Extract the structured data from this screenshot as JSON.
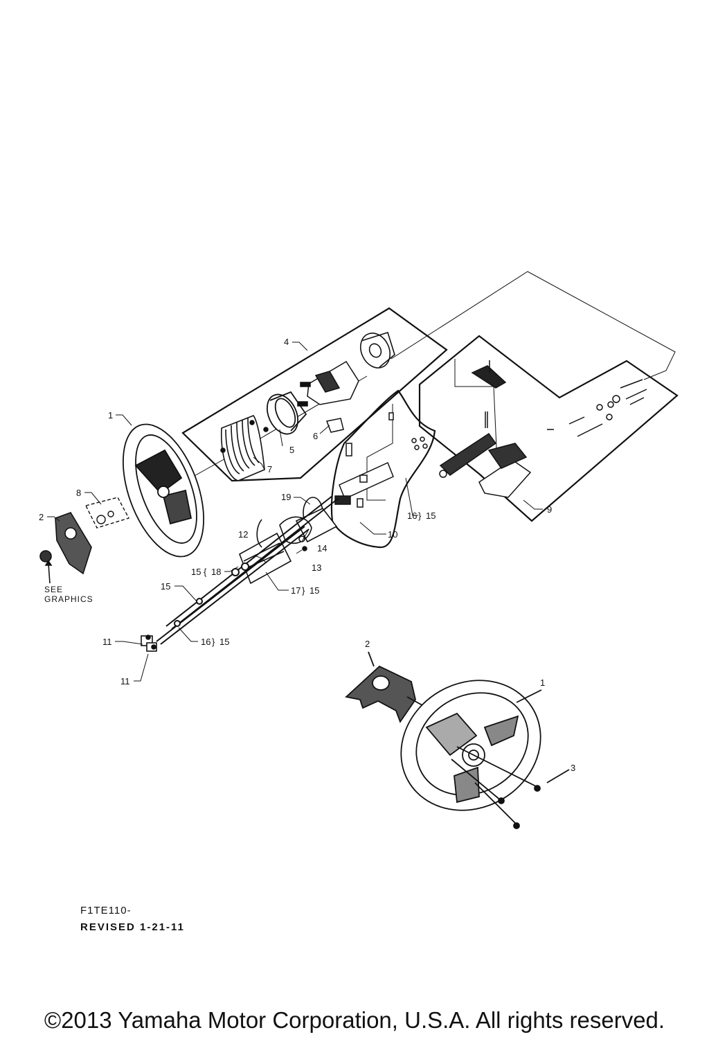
{
  "callouts": {
    "c1": "1",
    "c2": "2",
    "c4": "4",
    "c5": "5",
    "c6": "6",
    "c7": "7",
    "c8": "8",
    "c9": "9",
    "c10": "10",
    "c11a": "11",
    "c11b": "11",
    "c12": "12",
    "c13": "13",
    "c14": "14",
    "c15a": "15",
    "c15b": "15",
    "c15c": "15",
    "c15d": "15",
    "c16a": "16",
    "c16b": "16",
    "c17": "17",
    "c18": "18",
    "c19": "19",
    "c15e": "15",
    "inset_c1": "1",
    "inset_c2": "2",
    "inset_c3": "3"
  },
  "note": {
    "line1": "SEE",
    "line2": "GRAPHICS"
  },
  "footer": {
    "code": "F1TE110-",
    "revised": "REVISED 1-21-11",
    "copyright": "©2013 Yamaha Motor Corporation, U.S.A. All rights reserved."
  }
}
